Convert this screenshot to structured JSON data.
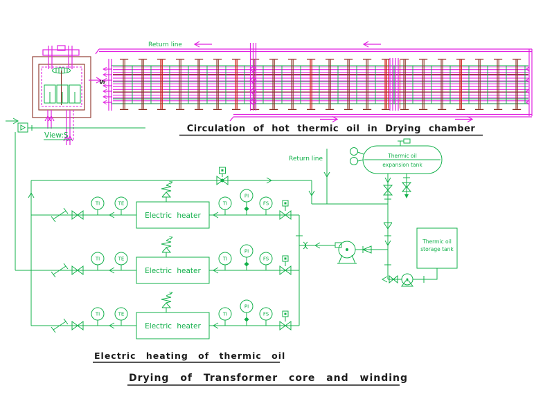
{
  "colors": {
    "magenta": "#e020e0",
    "maroon": "#8a2f23",
    "red": "#d9261c",
    "green": "#12b04a",
    "black": "#1b1b1b"
  },
  "view_s": {
    "label": "View:S",
    "marker": "S"
  },
  "plan": {
    "return_line_label": "Return line"
  },
  "titles": {
    "circulation": "Circulation of hot thermic oil in Drying chamber",
    "heating": "Electric heating of thermic oil",
    "drying": "Drying of Transformer core and winding"
  },
  "piping": {
    "return_line_label": "Return line",
    "rows": [
      {
        "heater": "Electric heater",
        "tags": [
          "TI",
          "TE",
          "TI",
          "PI",
          "FS"
        ]
      },
      {
        "heater": "Electric heater",
        "tags": [
          "TI",
          "TE",
          "TI",
          "PI",
          "FS"
        ]
      },
      {
        "heater": "Electric heater",
        "tags": [
          "TI",
          "TE",
          "TI",
          "PI",
          "FS"
        ]
      }
    ]
  },
  "tanks": {
    "expansion": {
      "line1": "Thermic oil",
      "line2": "expansion tank"
    },
    "storage": {
      "line1": "Thermic oil",
      "line2": "storage tank"
    }
  }
}
